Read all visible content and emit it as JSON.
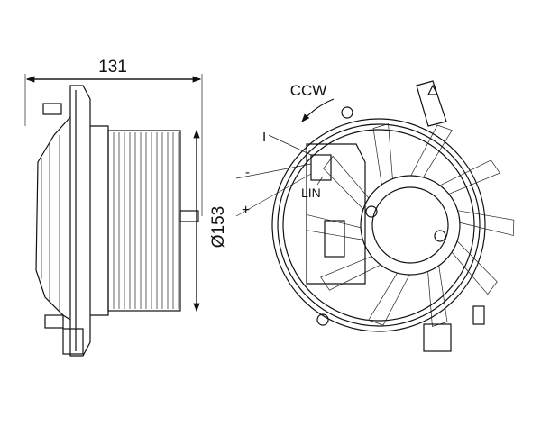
{
  "drawing": {
    "dimensions": {
      "width": "131",
      "diameter": "Ø153"
    },
    "rotation": "CCW",
    "connector_pins": {
      "i": "I",
      "minus": "-",
      "lin": "LIN",
      "plus": "+"
    }
  }
}
